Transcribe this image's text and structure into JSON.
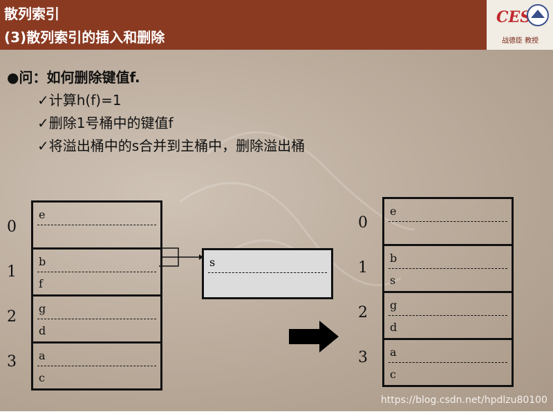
{
  "header": {
    "title": "散列索引",
    "subtitle": "(3)散列索引的插入和删除",
    "logo_text": "CES",
    "logo_caption": "战德臣 教授"
  },
  "question": {
    "label": "●问：如何删除键值f.",
    "steps": [
      "✓计算h(f)=1",
      "✓删除1号桶中的键值f",
      "✓将溢出桶中的s合并到主桶中，删除溢出桶"
    ]
  },
  "before": {
    "indices": [
      "0",
      "1",
      "2",
      "3"
    ],
    "buckets": [
      [
        "e",
        ""
      ],
      [
        "b",
        "f"
      ],
      [
        "g",
        "d"
      ],
      [
        "a",
        "c"
      ]
    ],
    "overflow": [
      "s",
      ""
    ]
  },
  "after": {
    "indices": [
      "0",
      "1",
      "2",
      "3"
    ],
    "buckets": [
      [
        "e",
        ""
      ],
      [
        "b",
        "s"
      ],
      [
        "g",
        "d"
      ],
      [
        "a",
        "c"
      ]
    ]
  },
  "watermark": "https://blog.csdn.net/hpdlzu80100"
}
